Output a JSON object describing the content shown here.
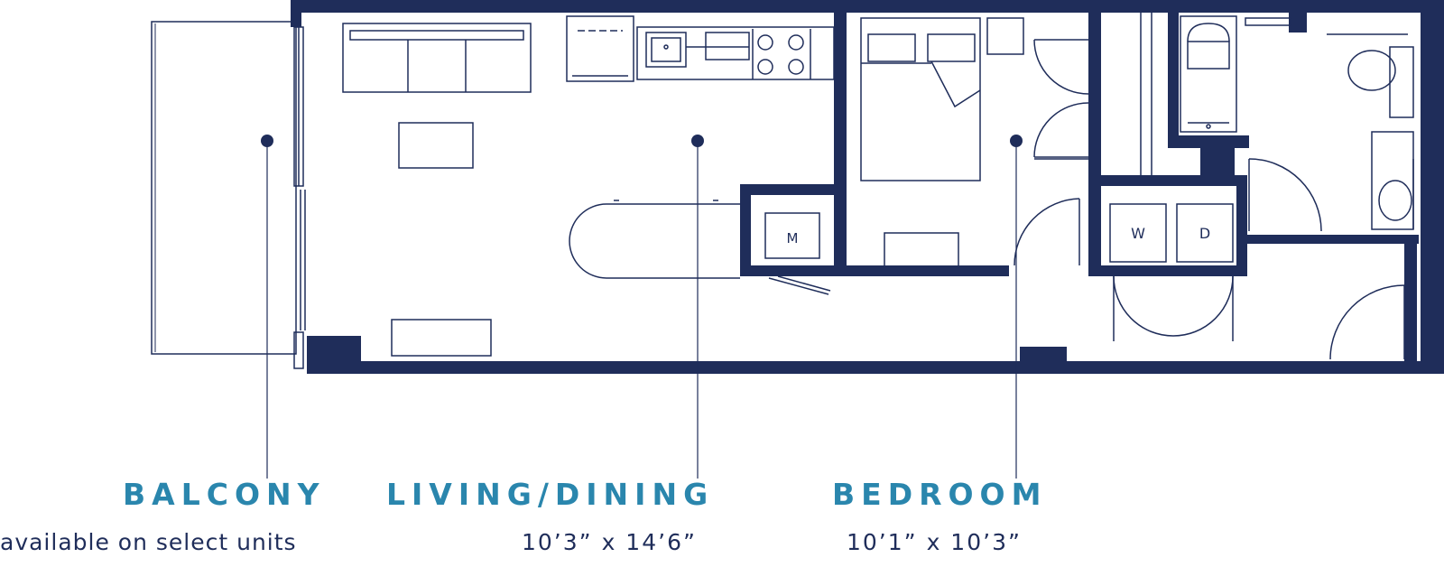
{
  "colors": {
    "wall": "#1f2d5a",
    "line": "#1f2d5a",
    "label_title": "#2a86ad",
    "label_sub": "#1f2d5a",
    "background": "#ffffff"
  },
  "appliances": {
    "microwave": "M",
    "washer": "W",
    "dryer": "D"
  },
  "rooms": {
    "balcony": {
      "title": "BALCONY",
      "subtitle": "available on select units"
    },
    "living": {
      "title": "LIVING/DINING",
      "subtitle": "10’3” x 14’6”"
    },
    "bedroom": {
      "title": "BEDROOM",
      "subtitle": "10’1” x 10’3”"
    }
  }
}
